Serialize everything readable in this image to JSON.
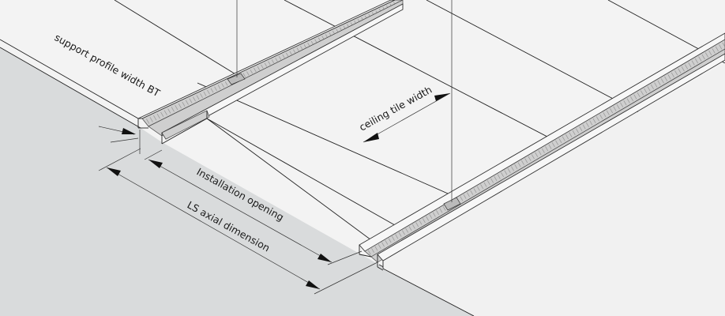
{
  "labels": {
    "support_profile_width": "support profile width BT",
    "ceiling_tile_width": "ceiling tile  width",
    "installation_opening": "Installation opening",
    "ls_axial_dimension": "LS axial dimension"
  },
  "colors": {
    "background": "#f3f3f3",
    "wall": "#d9dbdc",
    "tile": "#f0f0f0",
    "line": "#222222",
    "rail_shade": "#cfcfcf"
  }
}
